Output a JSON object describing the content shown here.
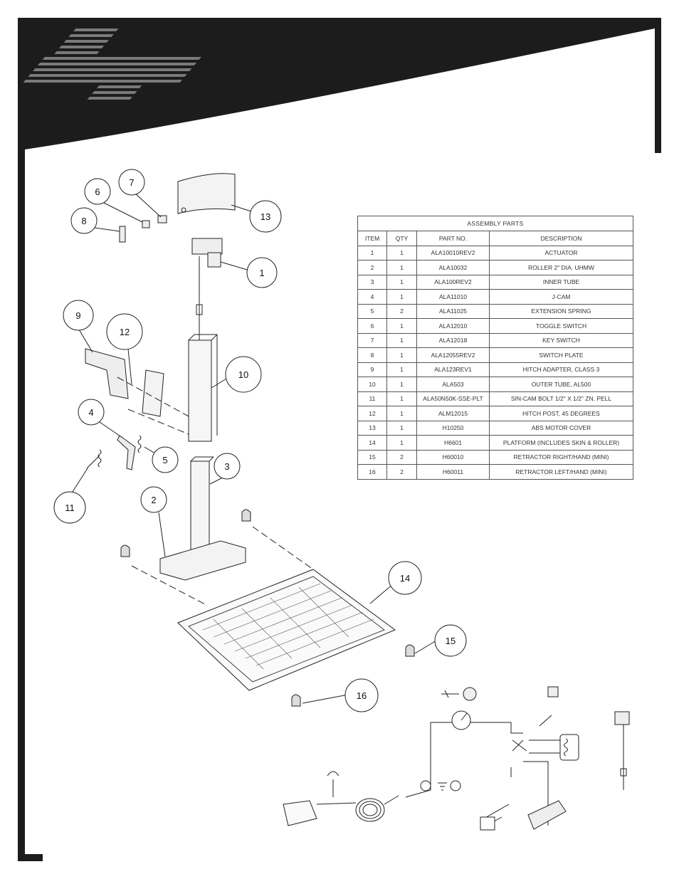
{
  "table": {
    "caption": "ASSEMBLY PARTS",
    "headers": [
      "ITEM",
      "QTY",
      "PART NO.",
      "DESCRIPTION"
    ],
    "rows": [
      [
        "1",
        "1",
        "ALA10010REV2",
        "ACTUATOR"
      ],
      [
        "2",
        "1",
        "ALA10032",
        "ROLLER 2\" DIA. UHMW"
      ],
      [
        "3",
        "1",
        "ALA100REV2",
        "INNER TUBE"
      ],
      [
        "4",
        "1",
        "ALA11010",
        "J-CAM"
      ],
      [
        "5",
        "2",
        "ALA11025",
        "EXTENSION SPRING"
      ],
      [
        "6",
        "1",
        "ALA12010",
        "TOGGLE SWITCH"
      ],
      [
        "7",
        "1",
        "ALA12018",
        "KEY SWITCH"
      ],
      [
        "8",
        "1",
        "ALA12055REV2",
        "SWITCH PLATE"
      ],
      [
        "9",
        "1",
        "ALA123REV1",
        "HITCH ADAPTER, CLASS 3"
      ],
      [
        "10",
        "1",
        "ALA503",
        "OUTER TUBE, AL500"
      ],
      [
        "11",
        "1",
        "ALA50N50K-SSE-PLT",
        "SIN-CAM BOLT 1/2\" X 1/2\" ZN. PELL"
      ],
      [
        "12",
        "1",
        "ALM12015",
        "HITCH POST, 45 DEGREES"
      ],
      [
        "13",
        "1",
        "H10250",
        "ABS MOTOR COVER"
      ],
      [
        "14",
        "1",
        "H6601",
        "PLATFORM (INCLUDES SKIN & ROLLER)"
      ],
      [
        "15",
        "2",
        "H60010",
        "RETRACTOR RIGHT/HAND (MINI)"
      ],
      [
        "16",
        "2",
        "H60011",
        "RETRACTOR LEFT/HAND (MINI)"
      ]
    ]
  },
  "callouts": [
    "1",
    "2",
    "3",
    "4",
    "5",
    "6",
    "7",
    "8",
    "9",
    "10",
    "11",
    "12",
    "13",
    "14",
    "15",
    "16"
  ],
  "icons": [
    "logo-stripes",
    "exploded-assembly-drawing",
    "wiring-diagram"
  ],
  "colors": {
    "header": "#1c1c1c",
    "page": "#ffffff",
    "line": "#333333"
  }
}
